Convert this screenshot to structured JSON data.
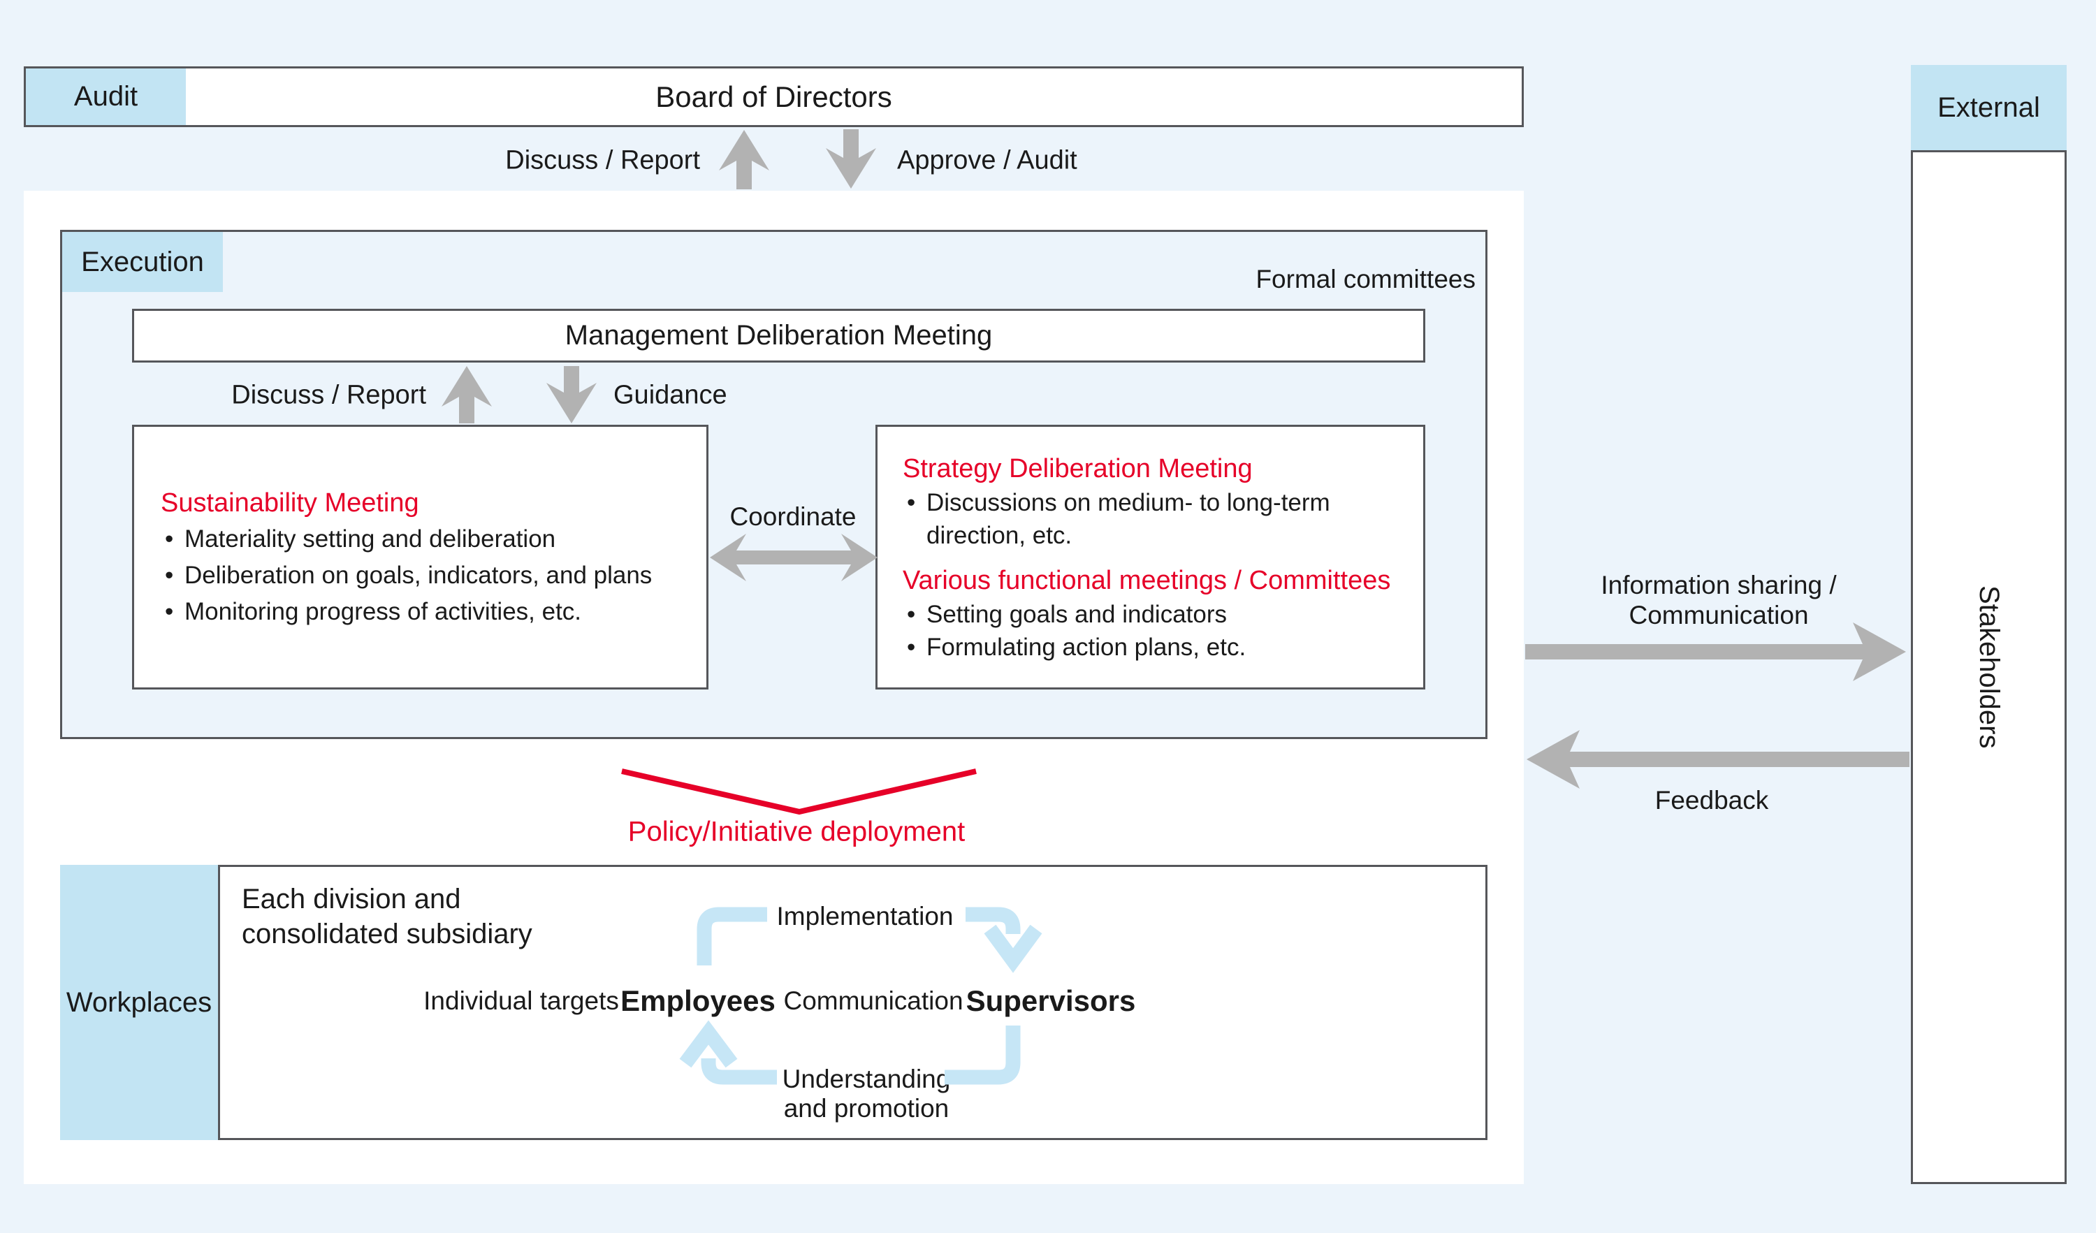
{
  "colors": {
    "background": "#ecf4fb",
    "tab_blue": "#c2e4f3",
    "border_gray": "#55565a",
    "arrow_gray": "#b2b2b2",
    "accent_red": "#e60028",
    "cycle_arrow_blue": "#c6e6f6",
    "text_dark": "#1a1a1a"
  },
  "audit_row": {
    "tab_label": "Audit",
    "title": "Board of Directors",
    "up_arrow_label": "Discuss / Report",
    "down_arrow_label": "Approve / Audit"
  },
  "execution": {
    "tab_label": "Execution",
    "corner_note": "Formal committees",
    "management_title": "Management Deliberation Meeting",
    "up_arrow_label": "Discuss / Report",
    "down_arrow_label": "Guidance",
    "coordinate_label": "Coordinate",
    "sustainability": {
      "title": "Sustainability Meeting",
      "bullets": [
        "Materiality setting and deliberation",
        "Deliberation on goals, indicators, and plans",
        "Monitoring progress of activities, etc."
      ]
    },
    "strategy": {
      "title": "Strategy Deliberation Meeting",
      "bullets": [
        "Discussions on medium- to long-term direction, etc."
      ],
      "subtitle": "Various functional meetings / Committees",
      "subtitle_bullets": [
        "Setting goals and indicators",
        "Formulating action plans, etc."
      ]
    }
  },
  "deployment_label": "Policy/Initiative deployment",
  "workplaces": {
    "tab_label": "Workplaces",
    "heading": "Each division and consolidated subsidiary",
    "individual_targets_label": "Individual targets",
    "employees_label": "Employees",
    "communication_label": "Communication",
    "supervisors_label": "Supervisors",
    "implementation_label": "Implementation",
    "understanding_label": "Understanding and promotion"
  },
  "external": {
    "tab_label": "External",
    "stakeholders_label": "Stakeholders",
    "info_sharing_label": "Information sharing / Communication",
    "feedback_label": "Feedback"
  }
}
